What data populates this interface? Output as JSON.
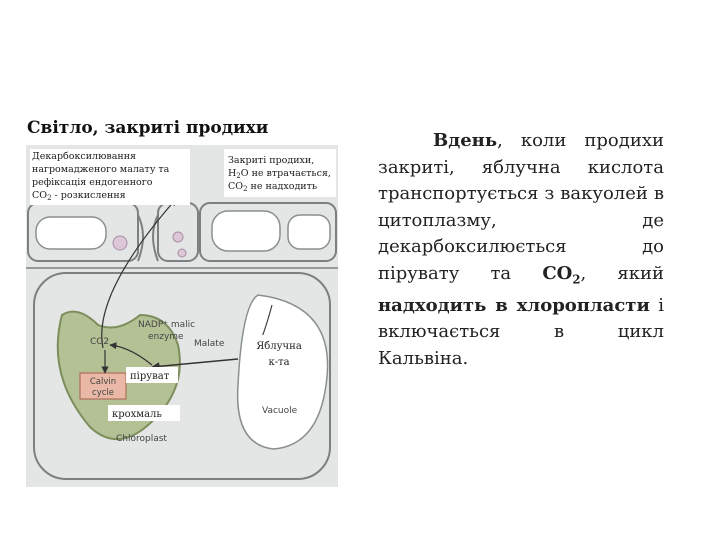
{
  "heading": "Світло, закриті  продихи",
  "diagram": {
    "box_left_line1": "Декарбоксилювання",
    "box_left_line2": "нагромадженого малату та",
    "box_left_line3": "рефіксація ендогенного",
    "box_left_line4_a": "CO",
    "box_left_line4_sub": "2",
    "box_left_line4_b": " - розкислення",
    "box_right_line1": "Закриті продихи,",
    "box_right_line2_a": "H",
    "box_right_line2_sub": "2",
    "box_right_line2_b": "O не втрачається,",
    "box_right_line3_a": "CO",
    "box_right_line3_sub": "2",
    "box_right_line3_b": " не надходить",
    "enzyme_line1": "NADP⁺ malic",
    "enzyme_line2": "enzyme",
    "co2": "CO2",
    "malate": "Malate",
    "calvin_line1": "Calvin",
    "calvin_line2": "cycle",
    "piruvat": "піруват",
    "krokhmal": "крохмаль",
    "chloroplast": "Chloroplast",
    "apple_acid_line1": "Яблучна",
    "apple_acid_line2": "к-та",
    "vacuole": "Vacuole"
  },
  "description": {
    "p1": "Вдень",
    "p2": ", коли продихи закриті, яблучна кислота транспортується з вакуолей в цитоплазму, де декарбоксилюється до пірувату та ",
    "p3": "СО",
    "p3_sub": "2",
    "p4": ", який ",
    "p5": "надходить в хлоропласти",
    "p6": " і включається в цикл Кальвіна."
  },
  "colors": {
    "cell_fill": "#e3e6e5",
    "cell_stroke": "#7c8080",
    "vacuole_fill": "#ffffff",
    "chloroplast_fill": "#b3c195",
    "chloroplast_stroke": "#7d8e5c",
    "calvin_fill": "#e9b8a6",
    "calvin_stroke": "#b0705a",
    "granule_fill": "#dcc6d8"
  }
}
